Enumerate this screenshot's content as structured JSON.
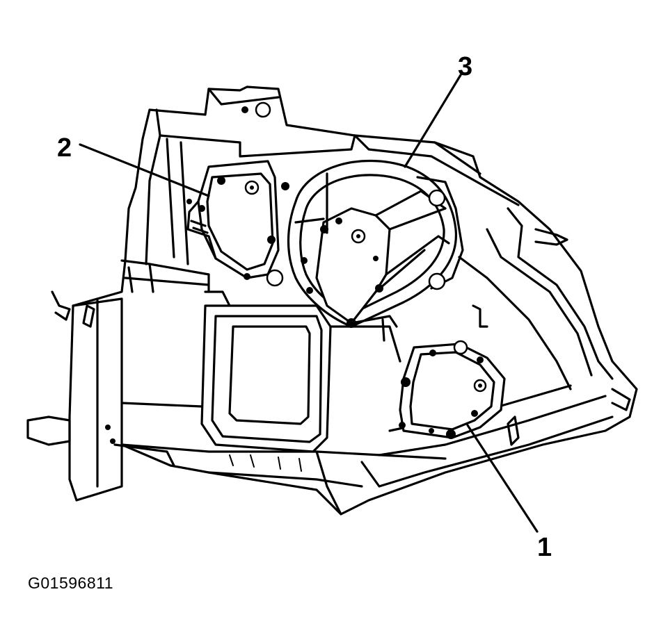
{
  "figure": {
    "code": "G01596811",
    "colors": {
      "line": "#000000",
      "background": "#ffffff"
    }
  },
  "callouts": [
    {
      "id": "1",
      "label": "1"
    },
    {
      "id": "2",
      "label": "2"
    },
    {
      "id": "3",
      "label": "3"
    }
  ]
}
